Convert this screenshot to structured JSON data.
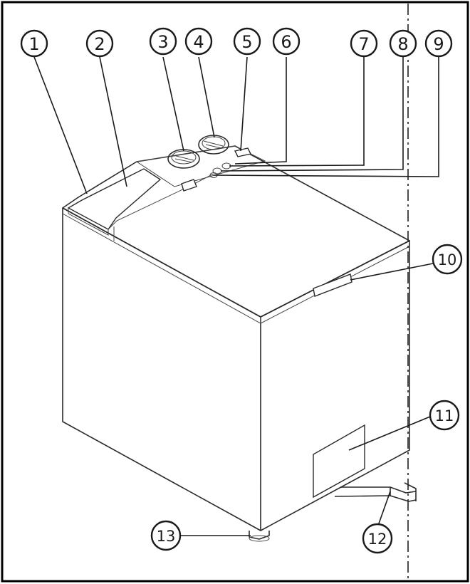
{
  "callouts": [
    {
      "label": "1"
    },
    {
      "label": "2"
    },
    {
      "label": "3"
    },
    {
      "label": "4"
    },
    {
      "label": "5"
    },
    {
      "label": "6"
    },
    {
      "label": "7"
    },
    {
      "label": "8"
    },
    {
      "label": "9"
    },
    {
      "label": "10"
    },
    {
      "label": "11"
    },
    {
      "label": "12"
    },
    {
      "label": "13"
    }
  ],
  "colors": {
    "line": "#1a1a1a",
    "paper": "#ffffff",
    "frame": "#000000"
  }
}
